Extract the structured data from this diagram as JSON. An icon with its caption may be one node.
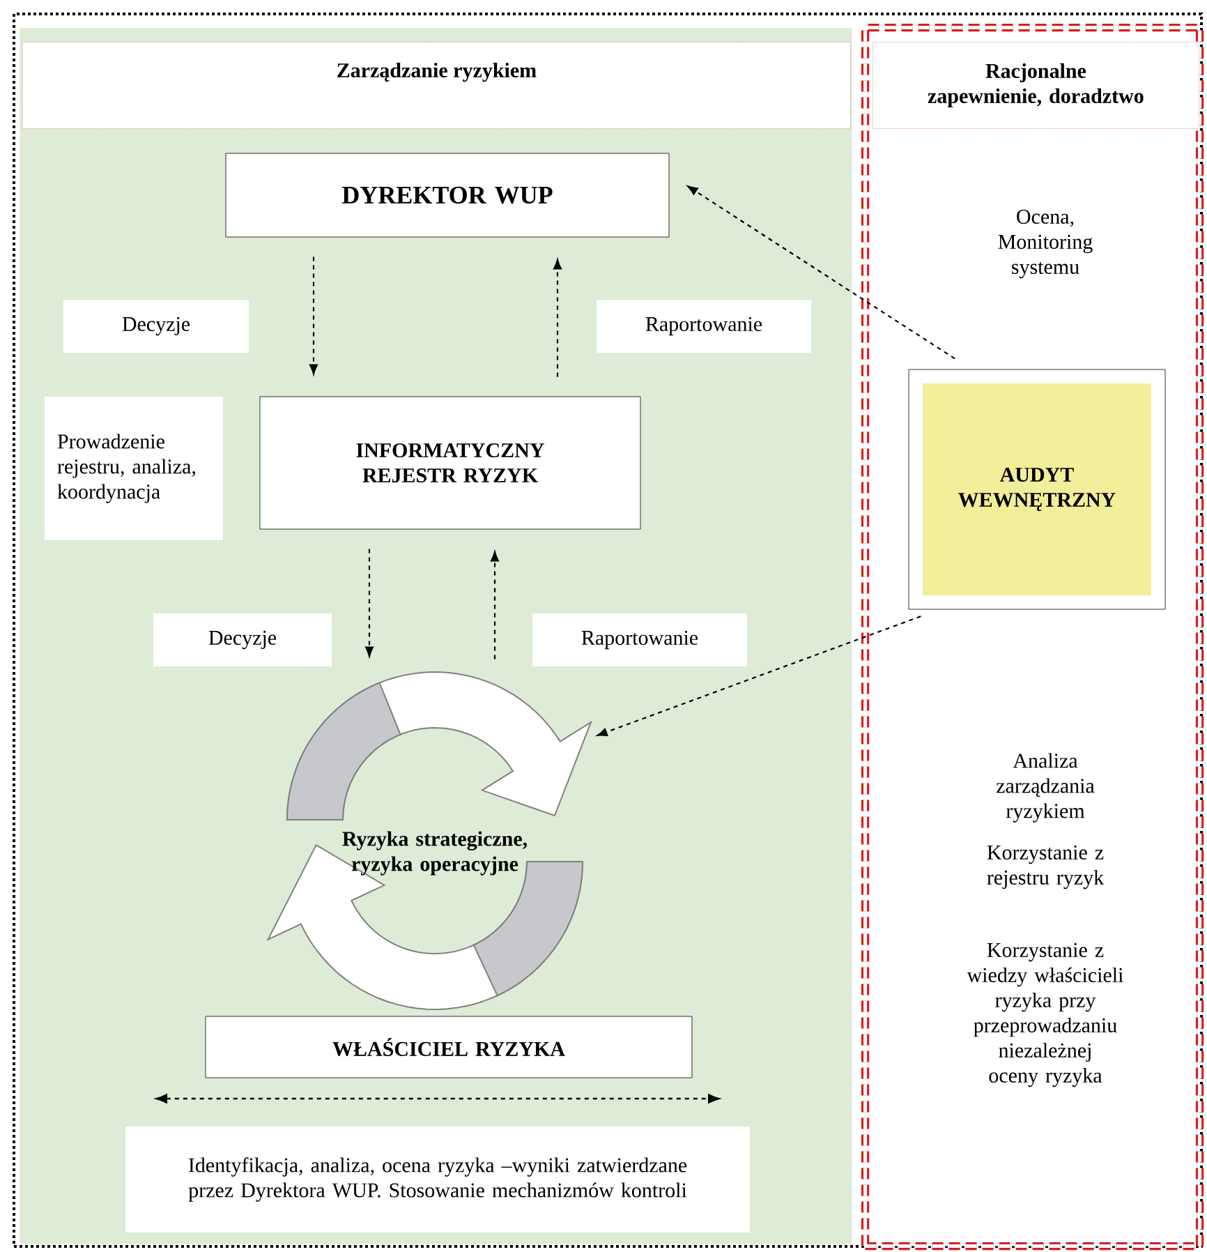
{
  "diagram": {
    "nodes": [
      {
        "text": [
          "Zarządzanie ryzykiem"
        ]
      },
      {
        "text": [
          "Racjonalne zapewnienie, doradztwo"
        ]
      },
      {
        "text": [
          "DYREKTOR WUP"
        ],
        "in": 0
      },
      {
        "text": [
          "Decyzje"
        ],
        "in": 0
      },
      {
        "text": [
          "Raportowanie"
        ],
        "in": 0
      },
      {
        "text": [
          "Prowadzenie rejestru, analiza, koordynacja"
        ],
        "in": 0
      },
      {
        "text": [
          "INFORMATYCZNY REJESTR RYZYK"
        ],
        "in": 0
      },
      {
        "text": [
          "Decyzje"
        ],
        "in": 0
      },
      {
        "text": [
          "Raportowanie"
        ],
        "in": 0
      },
      {
        "text": [
          "Ryzyka strategiczne, ryzyka operacyjne"
        ],
        "in": 0
      },
      {
        "text": [
          "WŁAŚCICIEL RYZYKA"
        ],
        "in": 0
      },
      {
        "text": [
          "Identyfikacja, analiza, ocena ryzyka –wyniki zatwierdzane przez Dyrektora WUP. Stosowanie mechanizmów kontroli"
        ],
        "in": 0
      },
      {
        "text": [
          "AUDYT WEWNĘTRZNY"
        ],
        "in": 1
      }
    ],
    "edges": [
      {
        "from": 2,
        "to": 6,
        "arrow": "to",
        "style": "dashed"
      },
      {
        "from": 6,
        "to": 2,
        "arrow": "to",
        "style": "dashed"
      },
      {
        "from": 6,
        "to": 9,
        "arrow": "to",
        "style": "dashed"
      },
      {
        "from": 9,
        "to": 6,
        "arrow": "to",
        "style": "dashed"
      },
      {
        "from": 12,
        "to": 2,
        "arrow": "to",
        "style": "dashed"
      },
      {
        "from": 12,
        "to": 9,
        "arrow": "to",
        "style": "dashed"
      }
    ],
    "labels": [
      "Ocena, Monitoring systemu",
      "Analiza zarządzania ryzykiem",
      "Korzystanie z rejestru ryzyk",
      "Korzystanie z wiedzy właścicieli ryzyka przy przeprowadzaniu niezależnej oceny ryzyka"
    ]
  }
}
